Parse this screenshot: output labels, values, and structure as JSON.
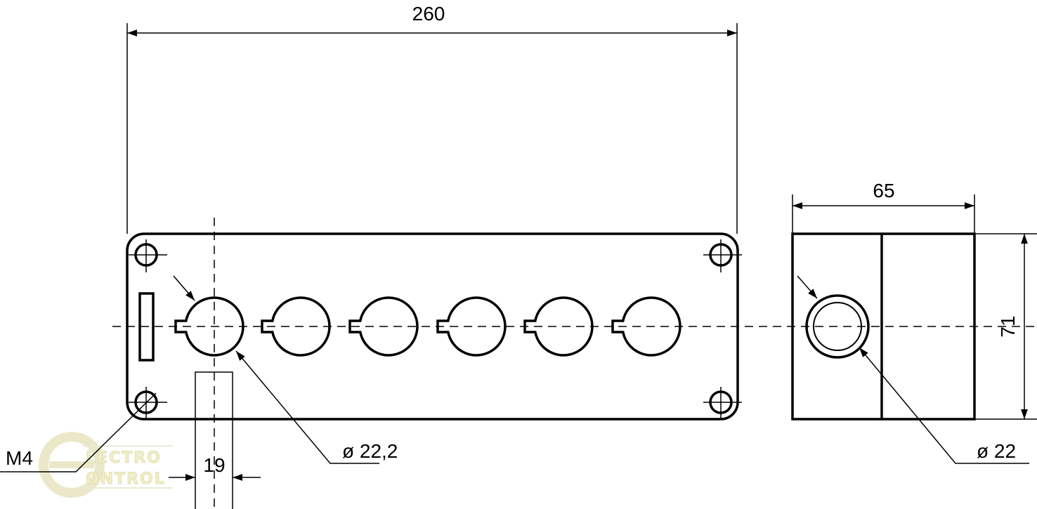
{
  "dimensions": {
    "overall_length": "260",
    "depth": "65",
    "height": "71",
    "spacing": "19",
    "hole_diameter": "ø 22,2",
    "button_diameter": "ø 22",
    "screw": "M4"
  },
  "logo": {
    "line1": "LECTRO",
    "line2": "ONTROL"
  },
  "colors": {
    "line": "#000000",
    "logo": "#f3eeb0"
  }
}
